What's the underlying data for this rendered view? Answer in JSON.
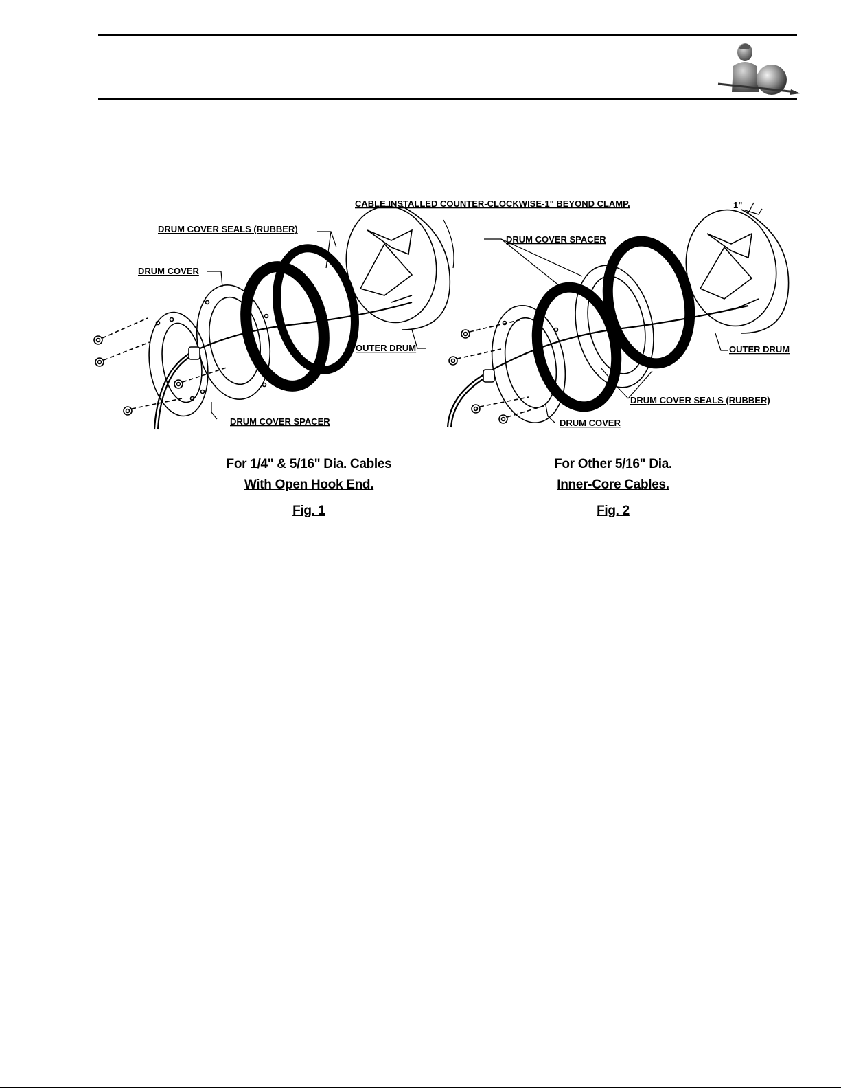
{
  "fig1": {
    "labels": {
      "drum_cover_seals": "DRUM COVER SEALS (RUBBER)",
      "drum_cover": "DRUM COVER",
      "outer_drum": "OUTER DRUM",
      "drum_cover_spacer": "DRUM COVER SPACER"
    },
    "caption_line1": "For 1/4\" & 5/16\" Dia. Cables",
    "caption_line2": "With Open Hook End.",
    "fig_number": "Fig. 1"
  },
  "fig2": {
    "labels": {
      "cable_note": "CABLE INSTALLED COUNTER-CLOCKWISE-1\" BEYOND CLAMP.",
      "dimension": "1\"",
      "drum_cover_spacer": "DRUM COVER SPACER",
      "outer_drum": "OUTER DRUM",
      "drum_cover_seals": "DRUM COVER SEALS (RUBBER)",
      "drum_cover": "DRUM COVER"
    },
    "caption_line1": "For Other 5/16\" Dia.",
    "caption_line2": "Inner-Core Cables.",
    "fig_number": "Fig. 2"
  }
}
